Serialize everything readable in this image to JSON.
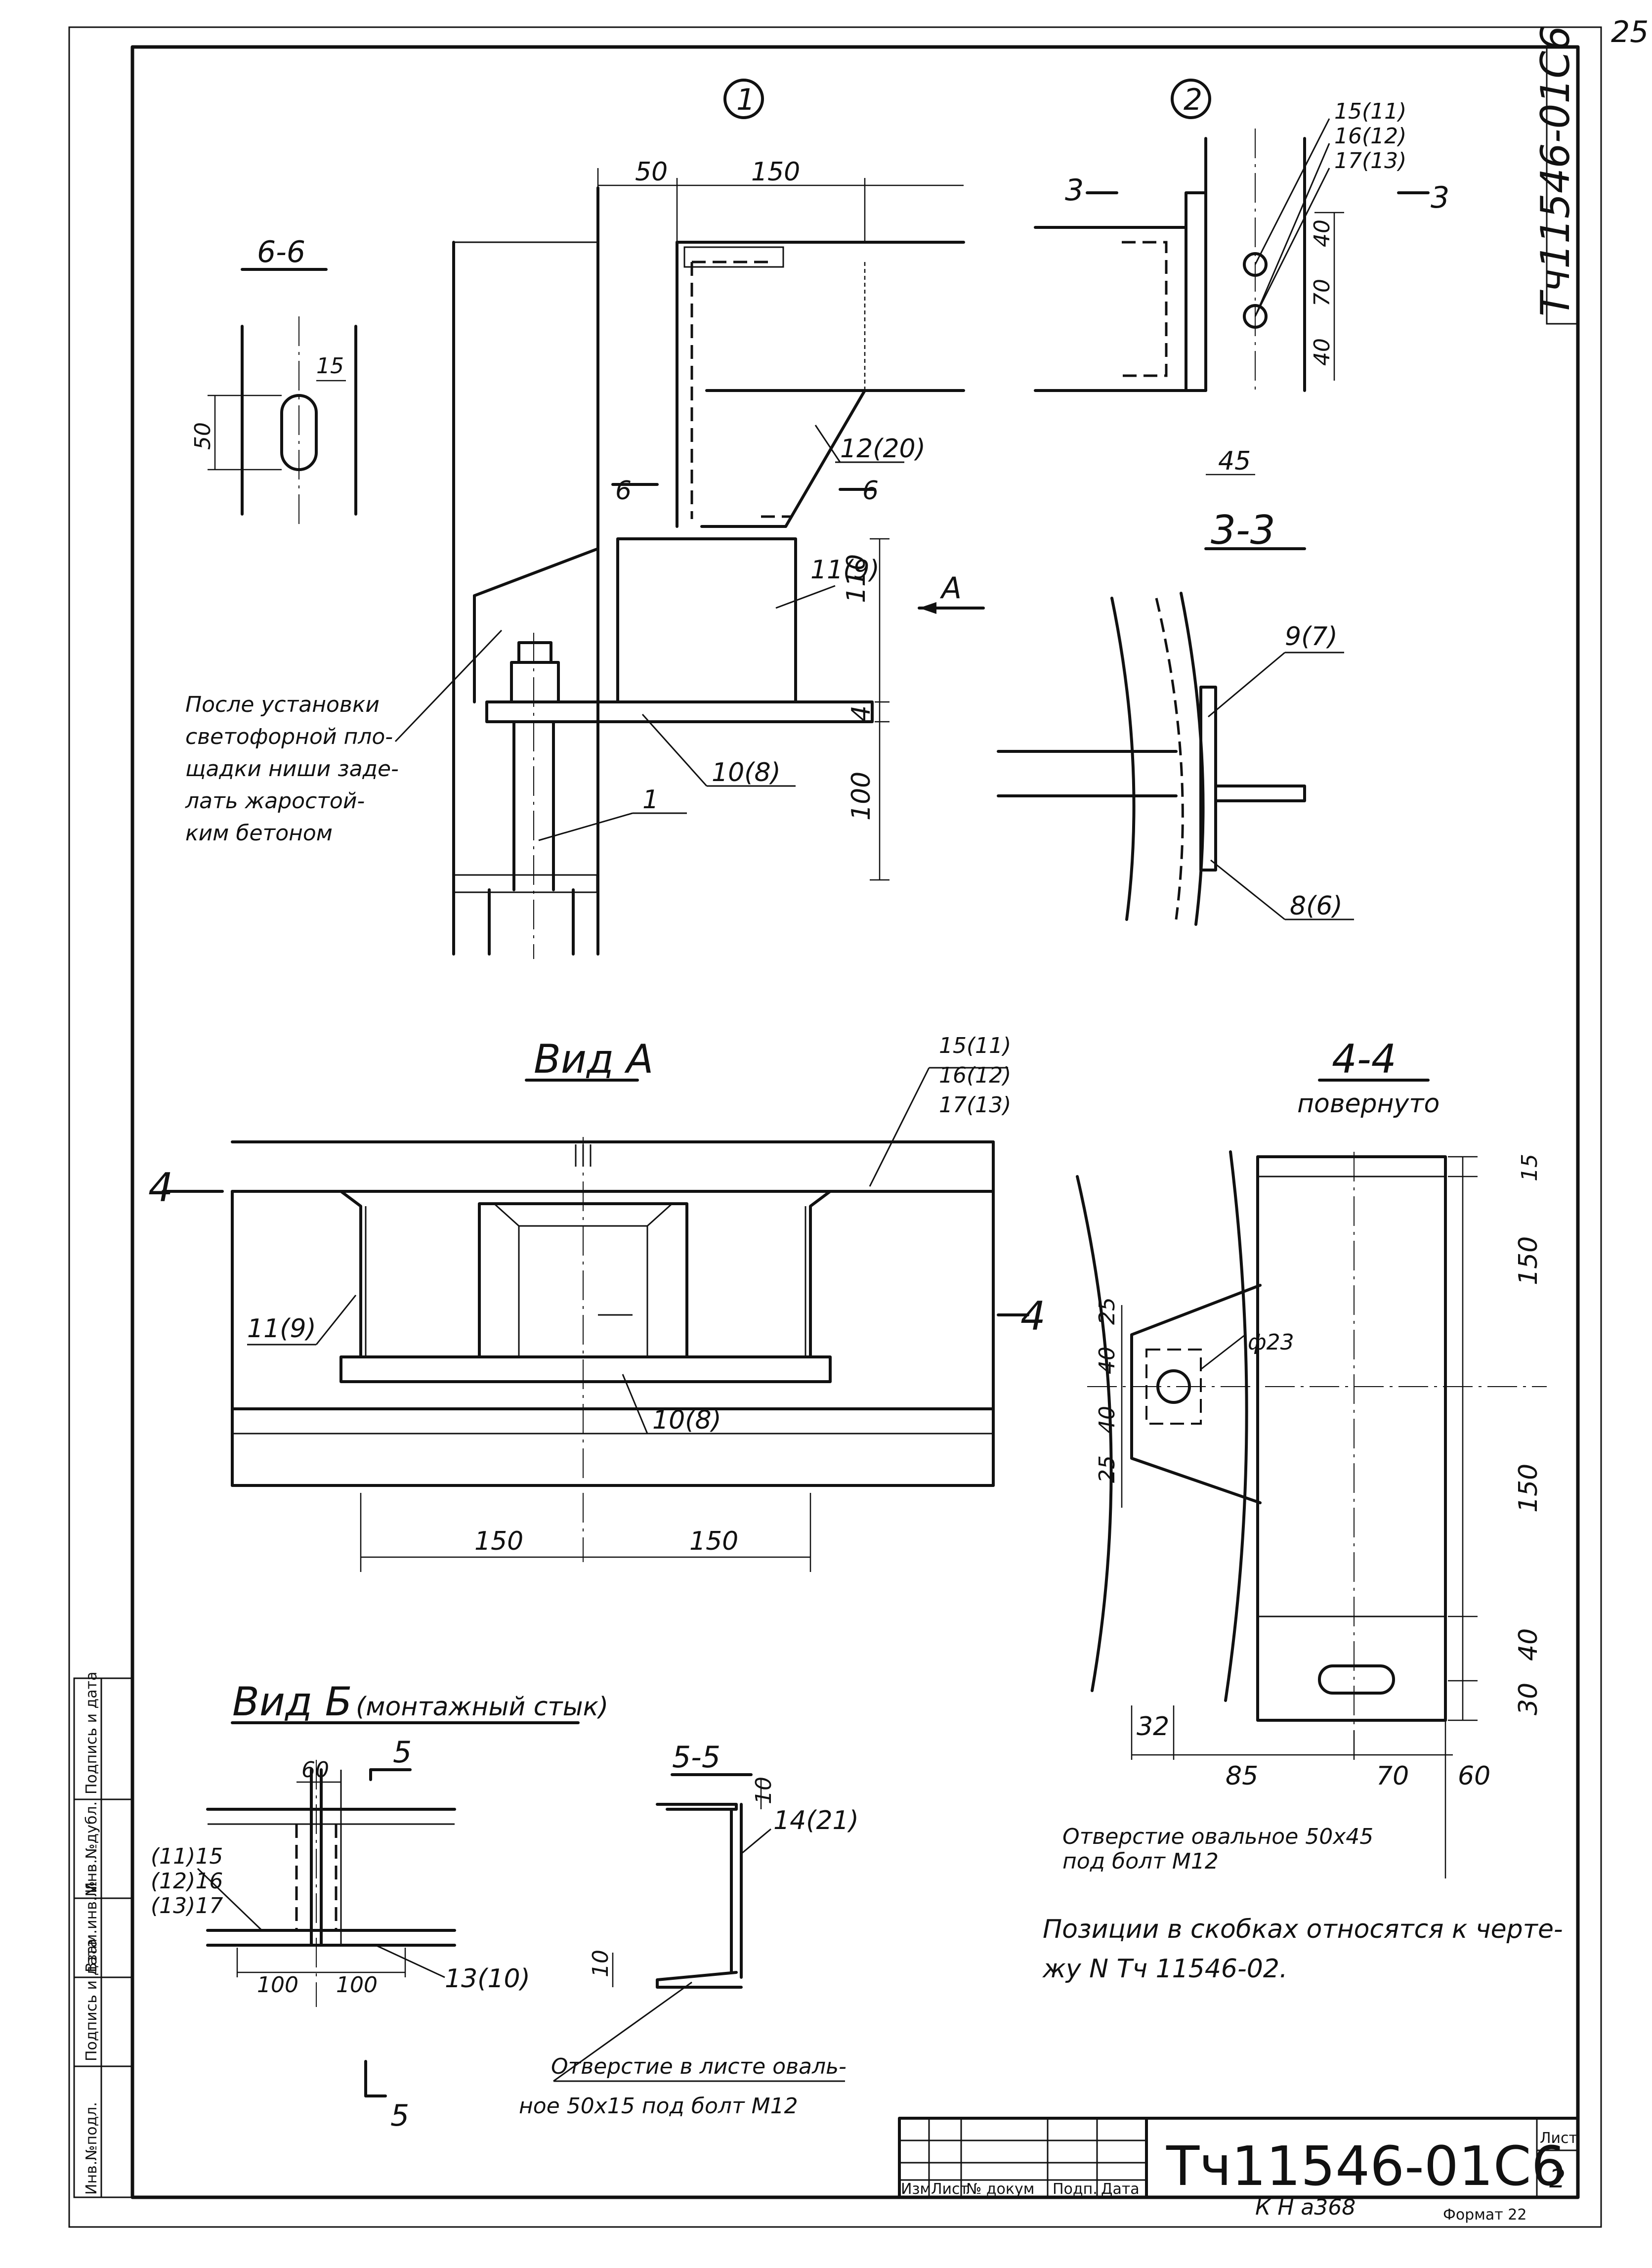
{
  "sheet": {
    "page_number": "25",
    "code_vertical": "Тч11546-01С6",
    "code_title": "Тч11546-01С6",
    "inv_number": "К Н а368",
    "format": "Формат 22",
    "sheet_label": "Лист",
    "sheet_num": "2"
  },
  "title_block": {
    "cols": [
      "Изм",
      "Лист",
      "№ докум",
      "Подп.",
      "Дата"
    ]
  },
  "side_stamp": [
    "Инв.№подл.",
    "Подпись и дата",
    "Взам.инв.№",
    "Инв.№дубл.",
    "Подпись и дата"
  ],
  "views": {
    "circle1": "1",
    "circle2": "2",
    "sec66": "6-6",
    "sec33": "3-3",
    "vidA": "Вид А",
    "sec44": "4-4",
    "sec44_sub": "повернуто",
    "vidB": "Вид Б",
    "vidB_sub": "(монтажный стык)",
    "sec55": "5-5"
  },
  "notes": {
    "concrete": [
      "После установки",
      "светофорной пло-",
      "щадки ниши заде-",
      "лать жаростой-",
      "ким бетоном"
    ],
    "oval_hole": [
      "Отверстие овальное 50x45",
      "под болт М12"
    ],
    "sheet_hole": [
      "Отверстие в листе оваль-",
      "ное 50x15 под болт М12"
    ],
    "positions": [
      "Позиции в скобках относятся к черте-",
      "жу N Тч 11546-02."
    ]
  },
  "marks": {
    "m1": "1",
    "m10_8": "10(8)",
    "m11_9": "11(9)",
    "m12_20": "12(20)",
    "m9_7": "9(7)",
    "m8_6": "8(6)",
    "m13_10": "13(10)",
    "m14_21": "14(21)",
    "m15_11": "15(11)",
    "m16_12": "16(12)",
    "m17_13": "17(13)",
    "m11_15": "(11)15",
    "m12_16": "(12)16",
    "m13_17": "(13)17",
    "A": "А",
    "n6": "6",
    "n3": "3",
    "n4": "4",
    "n5": "5",
    "phi23": "ф23"
  },
  "dims": {
    "d50": "50",
    "d150": "150",
    "d15": "15",
    "d40": "40",
    "d70": "70",
    "d45": "45",
    "d110": "110",
    "d4": "4",
    "d100": "100",
    "d25": "25",
    "d30": "30",
    "d32": "32",
    "d85": "85",
    "d60": "60",
    "d10": "10"
  }
}
